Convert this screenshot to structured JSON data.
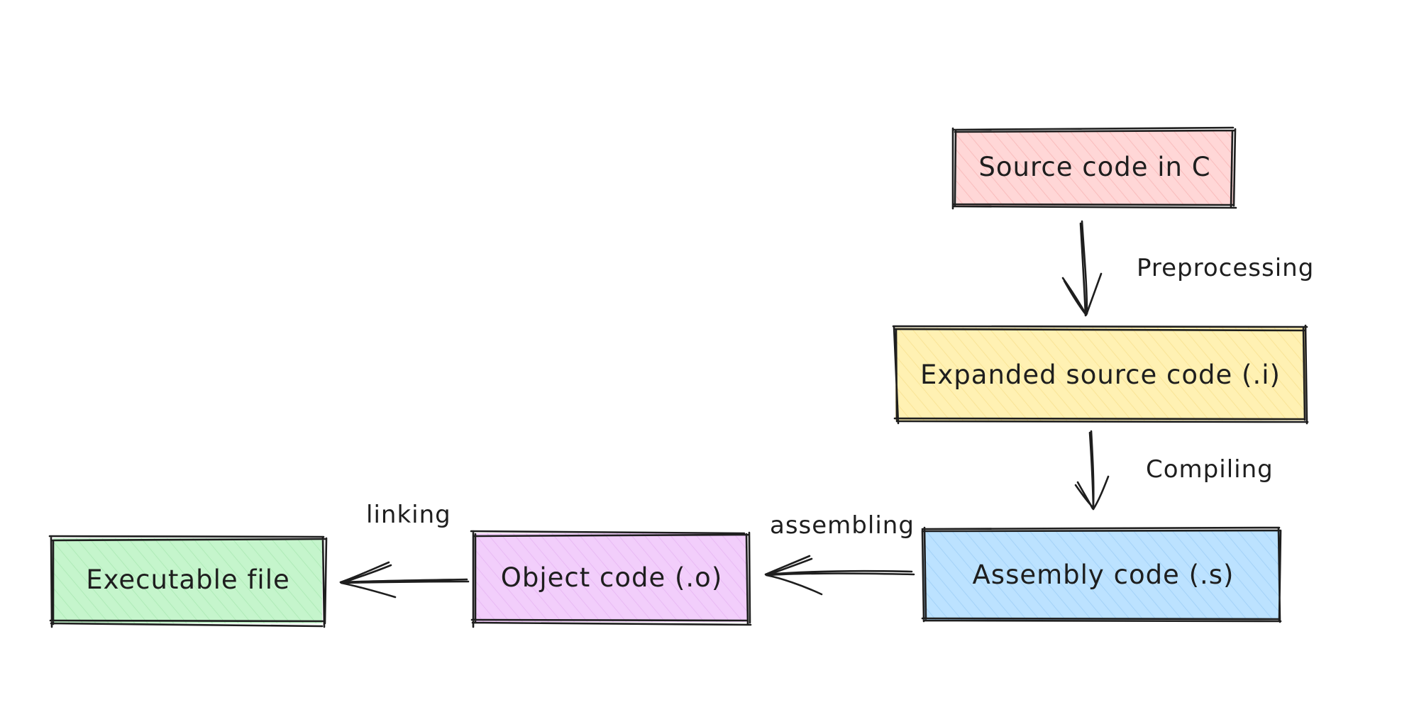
{
  "nodes": {
    "source": {
      "label": "Source code in C",
      "fill": "#ffc9c9",
      "hatch": "#f08c8c"
    },
    "expanded": {
      "label": "Expanded source code (.i)",
      "fill": "#ffec99",
      "hatch": "#f0cf5a"
    },
    "assembly": {
      "label": "Assembly code (.s)",
      "fill": "#a5d8ff",
      "hatch": "#6fb4ec"
    },
    "object": {
      "label": "Object code (.o)",
      "fill": "#eebefa",
      "hatch": "#d68ee8"
    },
    "executable": {
      "label": "Executable file",
      "fill": "#b2f2bb",
      "hatch": "#7fd98c"
    }
  },
  "edges": {
    "preprocessing": "Preprocessing",
    "compiling": "Compiling",
    "assembling": "assembling",
    "linking": "linking"
  }
}
